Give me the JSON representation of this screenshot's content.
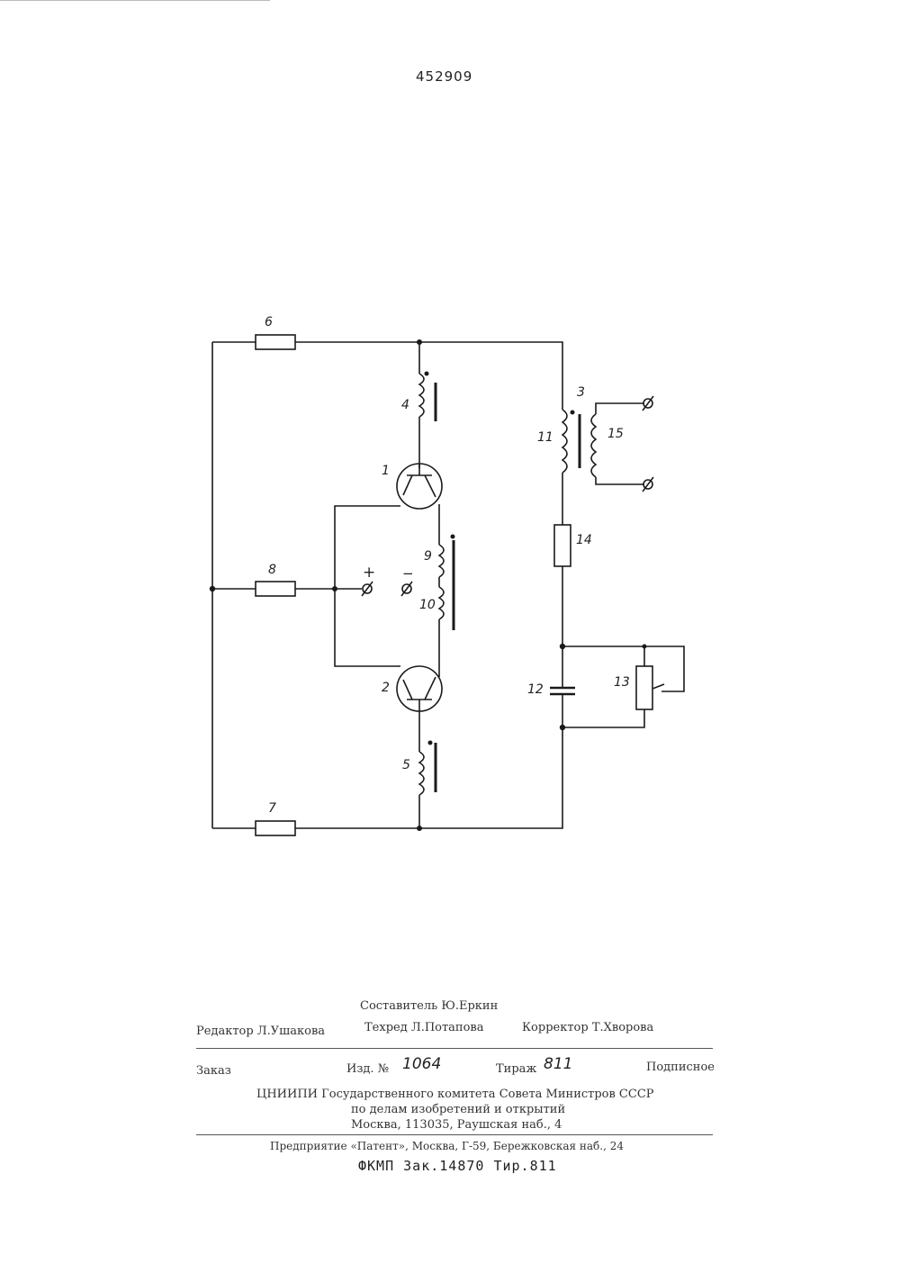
{
  "patent_number": "452909",
  "diagram": {
    "labels": {
      "l1": "1",
      "l2": "2",
      "l3": "3",
      "l4": "4",
      "l5": "5",
      "l6": "6",
      "l7": "7",
      "l8": "8",
      "l9": "9",
      "l10": "10",
      "l11": "11",
      "l12": "12",
      "l13": "13",
      "l14": "14",
      "l15": "15",
      "plus": "+",
      "minus": "−"
    }
  },
  "imprint": {
    "compiler": "Составитель Ю.Еркин",
    "editor": "Редактор Л.Ушакова",
    "tech_editor": "Техред Л.Потапова",
    "corrector": "Корректор Т.Хворова",
    "order_label": "Заказ",
    "edition_label": "Изд. №",
    "edition_value": "1064",
    "circulation_label": "Тираж",
    "circulation_value": "811",
    "subscription": "Подписное",
    "org_line1": "ЦНИИПИ Государственного комитета Совета Министров СССР",
    "org_line2": "по делам изобретений и открытий",
    "org_line3": "Москва, 113035, Раушская наб., 4",
    "printer": "Предприятие «Патент», Москва, Г-59, Бережковская наб., 24",
    "print_order": "ФКМП Зак.14870 Тир.811"
  }
}
